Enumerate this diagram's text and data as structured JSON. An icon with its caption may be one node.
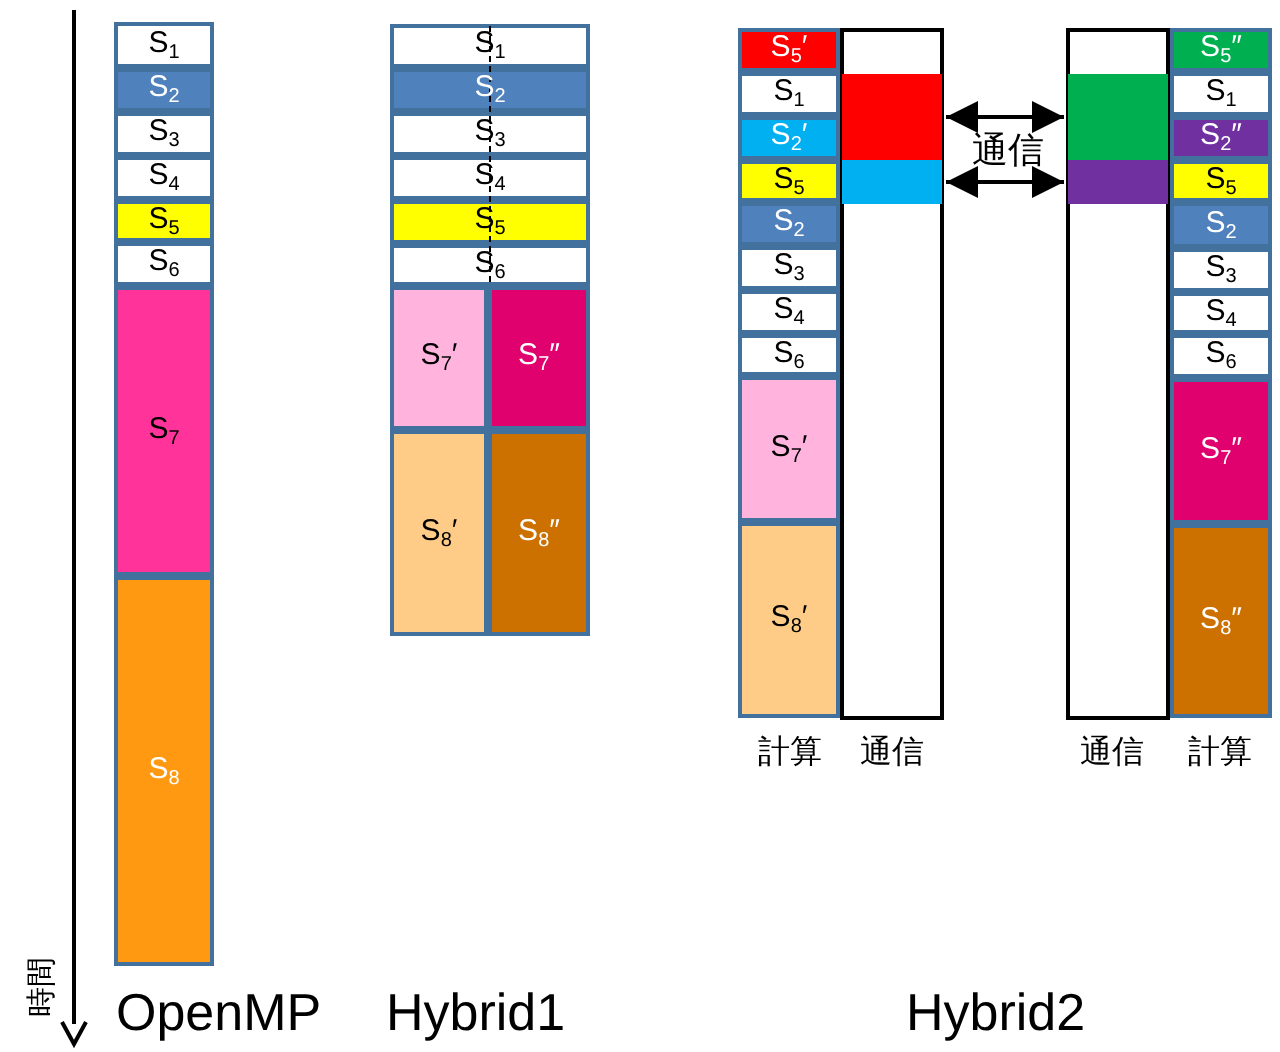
{
  "diagram": {
    "nodes": [
      {
        "text": [
          "S$_{1}$"
        ]
      },
      {
        "text": [
          "S$_{2}$"
        ]
      },
      {
        "text": [
          "S$_{3}$"
        ]
      },
      {
        "text": [
          "S$_{4}$"
        ]
      },
      {
        "text": [
          "S$_{5}$"
        ]
      },
      {
        "text": [
          "S$_{6}$"
        ]
      },
      {
        "text": [
          "S$_{7}$"
        ]
      },
      {
        "text": [
          "S$_{8}$"
        ]
      },
      {
        "text": [
          "S$_{1}$"
        ]
      },
      {
        "text": [
          "S$_{2}$"
        ]
      },
      {
        "text": [
          "S$_{3}$"
        ]
      },
      {
        "text": [
          "S$_{4}$"
        ]
      },
      {
        "text": [
          "S$_{5}$"
        ]
      },
      {
        "text": [
          "S$_{6}$"
        ]
      },
      {
        "text": [
          "S$_{7}$′"
        ]
      },
      {
        "text": [
          "S$_{7}$″"
        ]
      },
      {
        "text": [
          "S$_{8}$′"
        ]
      },
      {
        "text": [
          "S$_{8}$″"
        ]
      },
      {
        "text": [
          "S$_{5}$′"
        ]
      },
      {
        "text": [
          "S$_{1}$"
        ]
      },
      {
        "text": [
          "S$_{2}$′"
        ]
      },
      {
        "text": [
          "S$_{5}$"
        ]
      },
      {
        "text": [
          "S$_{2}$"
        ]
      },
      {
        "text": [
          "S$_{3}$"
        ]
      },
      {
        "text": [
          "S$_{4}$"
        ]
      },
      {
        "text": [
          "S$_{6}$"
        ]
      },
      {
        "text": [
          "S$_{7}$′"
        ]
      },
      {
        "text": [
          "S$_{8}$′"
        ]
      },
      {
        "text": [],
        "shape": "box"
      },
      {
        "text": [],
        "shape": "box",
        "in": 28
      },
      {
        "text": [],
        "shape": "box",
        "in": 28
      },
      {
        "text": [],
        "shape": "box"
      },
      {
        "text": [],
        "shape": "box",
        "in": 31
      },
      {
        "text": [],
        "shape": "box",
        "in": 31
      },
      {
        "text": [
          "S$_{5}$″"
        ]
      },
      {
        "text": [
          "S$_{1}$"
        ]
      },
      {
        "text": [
          "S$_{2}$″"
        ]
      },
      {
        "text": [
          "S$_{5}$"
        ]
      },
      {
        "text": [
          "S$_{2}$"
        ]
      },
      {
        "text": [
          "S$_{3}$"
        ]
      },
      {
        "text": [
          "S$_{4}$"
        ]
      },
      {
        "text": [
          "S$_{6}$"
        ]
      },
      {
        "text": [
          "S$_{7}$″"
        ]
      },
      {
        "text": [
          "S$_{8}$″"
        ]
      }
    ],
    "edges": [
      {
        "from": 29,
        "to": 32,
        "arrow": "both"
      },
      {
        "from": 30,
        "to": 33,
        "arrow": "both"
      }
    ],
    "labels": [
      "通信",
      "計算",
      "通信",
      "通信",
      "計算",
      "時間",
      "OpenMP",
      "Hybrid1",
      "Hybrid2"
    ]
  }
}
